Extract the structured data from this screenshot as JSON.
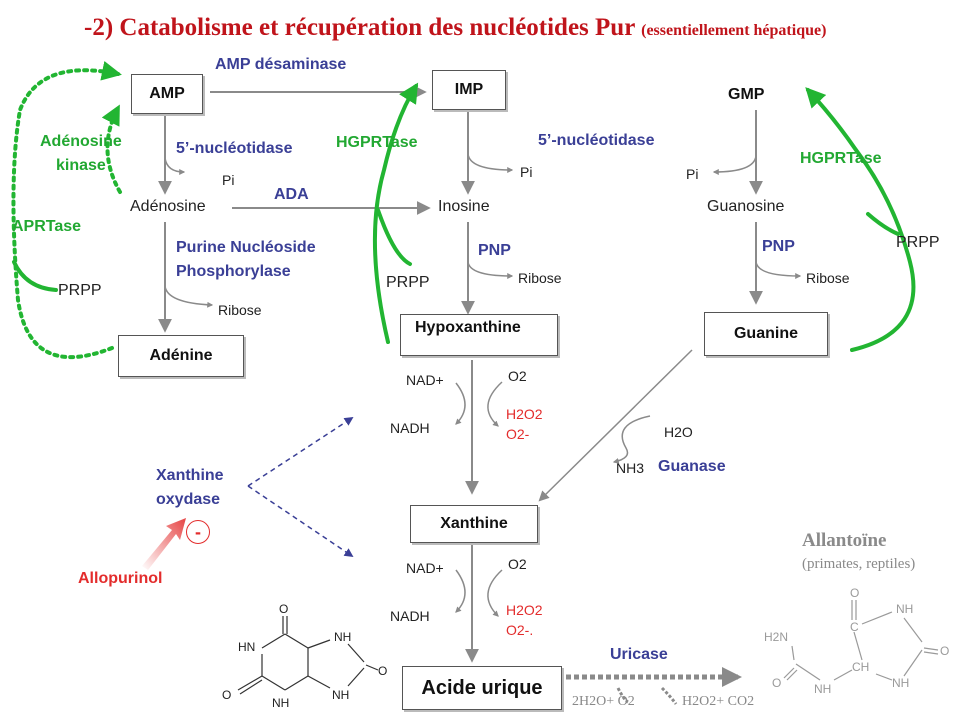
{
  "title": {
    "main": "-2) Catabolisme et récupération des nucléotides Pur",
    "sub": "(essentiellement hépatique)"
  },
  "boxes": {
    "amp": "AMP",
    "imp": "IMP",
    "gmp": "GMP",
    "adenine": "Adénine",
    "hypoxanthine": "Hypoxanthine",
    "guanine": "Guanine",
    "xanthine": "Xanthine",
    "uric_acid": "Acide urique"
  },
  "nodes": {
    "adenosine": "Adénosine",
    "inosine": "Inosine",
    "guanosine": "Guanosine"
  },
  "enzymes": {
    "amp_deaminase": "AMP désaminase",
    "nucleotidase_left": "5’-nucléotidase",
    "nucleotidase_right": "5’-nucléotidase",
    "ada": "ADA",
    "pnp_line1": "Purine Nucléoside",
    "pnp_line2": "Phosphorylase",
    "pnp_inosine": "PNP",
    "pnp_guanosine": "PNP",
    "xanthine_oxidase_line1": "Xanthine",
    "xanthine_oxidase_line2": "oxydase",
    "guanase": "Guanase",
    "uricase": "Uricase"
  },
  "salvage": {
    "adenosine_kinase_line1": "Adénosine",
    "adenosine_kinase_line2": "kinase",
    "aprtase": "APRTase",
    "hgprtase_imp": "HGPRTase",
    "hgprtase_gmp": "HGPRTase",
    "prpp_left": "PRPP",
    "prpp_mid": "PRPP",
    "prpp_right": "PRPP"
  },
  "byproducts": {
    "pi_amp": "Pi",
    "pi_imp": "Pi",
    "pi_gmp": "Pi",
    "ribose_adenosine": "Ribose",
    "ribose_inosine": "Ribose",
    "ribose_guanosine": "Ribose",
    "h2o": "H2O",
    "nh3": "NH3"
  },
  "redox": {
    "nad_1": "NAD+",
    "nadh_1": "NADH",
    "o2_1": "O2",
    "h2o2_1": "H2O2",
    "superoxide_1": "O2-",
    "nad_2": "NAD+",
    "nadh_2": "NADH",
    "o2_2": "O2",
    "h2o2_2": "H2O2",
    "superoxide_2": "O2-."
  },
  "inhibitor": {
    "name": "Allopurinol",
    "sign": "-"
  },
  "allantoin": {
    "name": "Allantoïne",
    "note": "(primates, reptiles)"
  },
  "uricase_products": {
    "reactants": "2H2O+ O2",
    "products": "H2O2+ CO2"
  },
  "uric_acid_structure": {
    "atoms": [
      "O",
      "HN",
      "NH",
      "O",
      "O",
      "NH",
      "NH"
    ]
  },
  "allantoin_structure": {
    "atoms": [
      "O",
      "NH",
      "H2N",
      "C",
      "O",
      "O",
      "CH",
      "NH",
      "NH"
    ]
  },
  "colors": {
    "title": "#c0141b",
    "enzyme": "#3a3f96",
    "salvage": "#22a832",
    "inhibitor": "#e32c2c",
    "arrow": "#888888"
  }
}
